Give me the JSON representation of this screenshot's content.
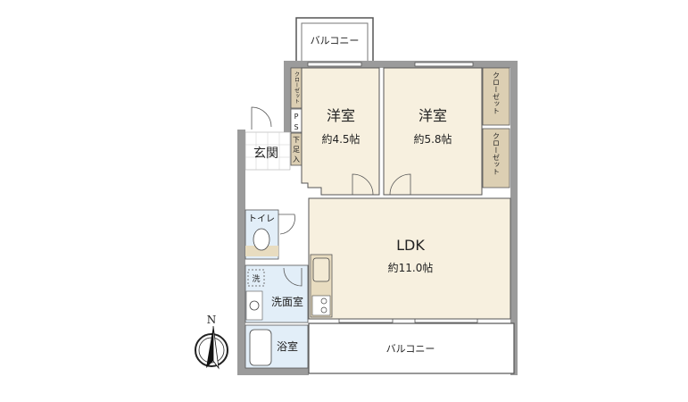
{
  "colors": {
    "wall": "#9b9b9b",
    "room": "#f7f0df",
    "wet": "#e2eef8",
    "closet": "#dccfb3",
    "line": "#444444"
  },
  "balcony_top": "バルコニー",
  "balcony_bottom": "バルコニー",
  "room1": {
    "name": "洋室",
    "size": "約4.5帖"
  },
  "room2": {
    "name": "洋室",
    "size": "約5.8帖"
  },
  "ldk": {
    "name": "LDK",
    "size": "約11.0帖"
  },
  "entrance": "玄関",
  "toilet": "トイレ",
  "washroom": "洗面室",
  "washer": "洗",
  "bath": "浴室",
  "closet_label": "クローゼット",
  "ps": [
    "P",
    "S"
  ],
  "shoe_box": [
    "下",
    "足",
    "入"
  ],
  "north": "N"
}
